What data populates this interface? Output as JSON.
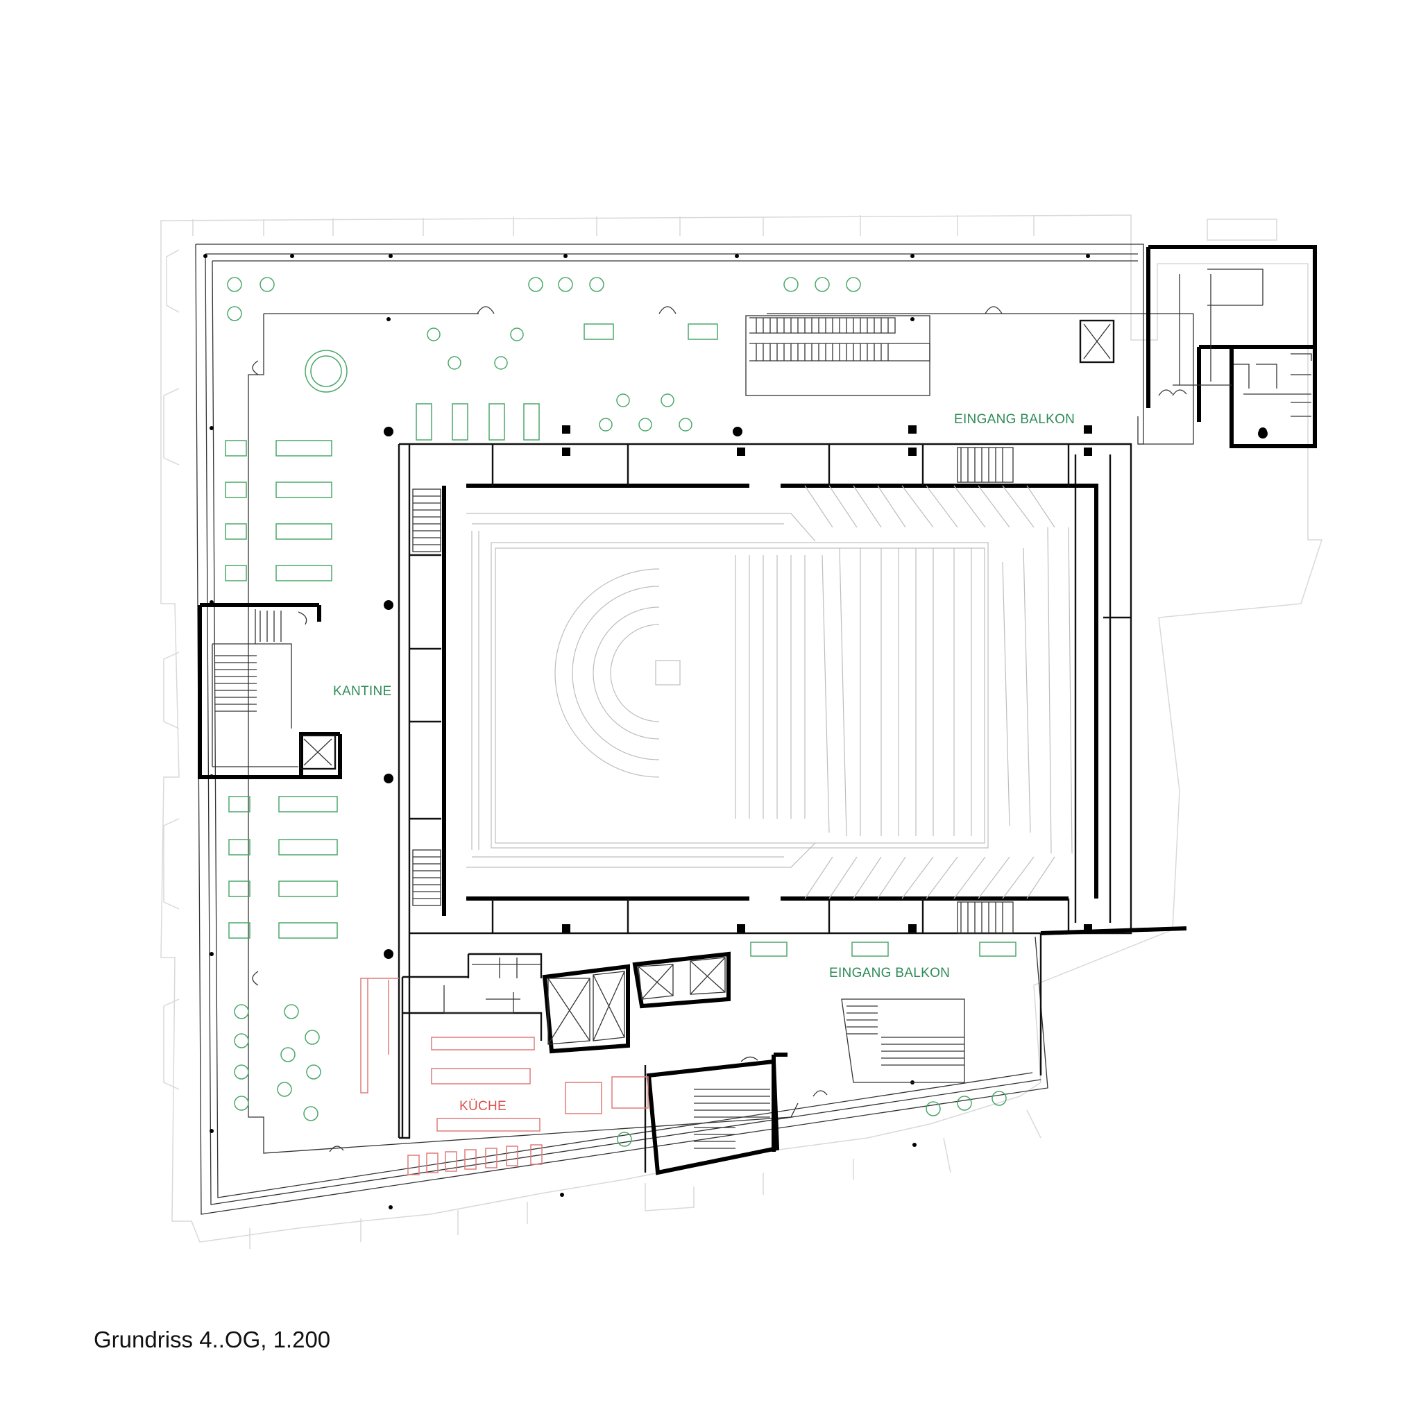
{
  "labels": {
    "eingang_balkon_top": "EINGANG BALKON",
    "eingang_balkon_bottom": "EINGANG BALKON",
    "kantine": "KANTINE",
    "kueche": "KÜCHE"
  },
  "caption": "Grundriss 4..OG, 1.200",
  "colors": {
    "label_green": "#2e8b57",
    "label_red": "#d9534f",
    "furniture_green": "#4aa86a",
    "kitchen_red": "#e07a7a",
    "wall": "#000000",
    "context": "#d9d9d9"
  }
}
